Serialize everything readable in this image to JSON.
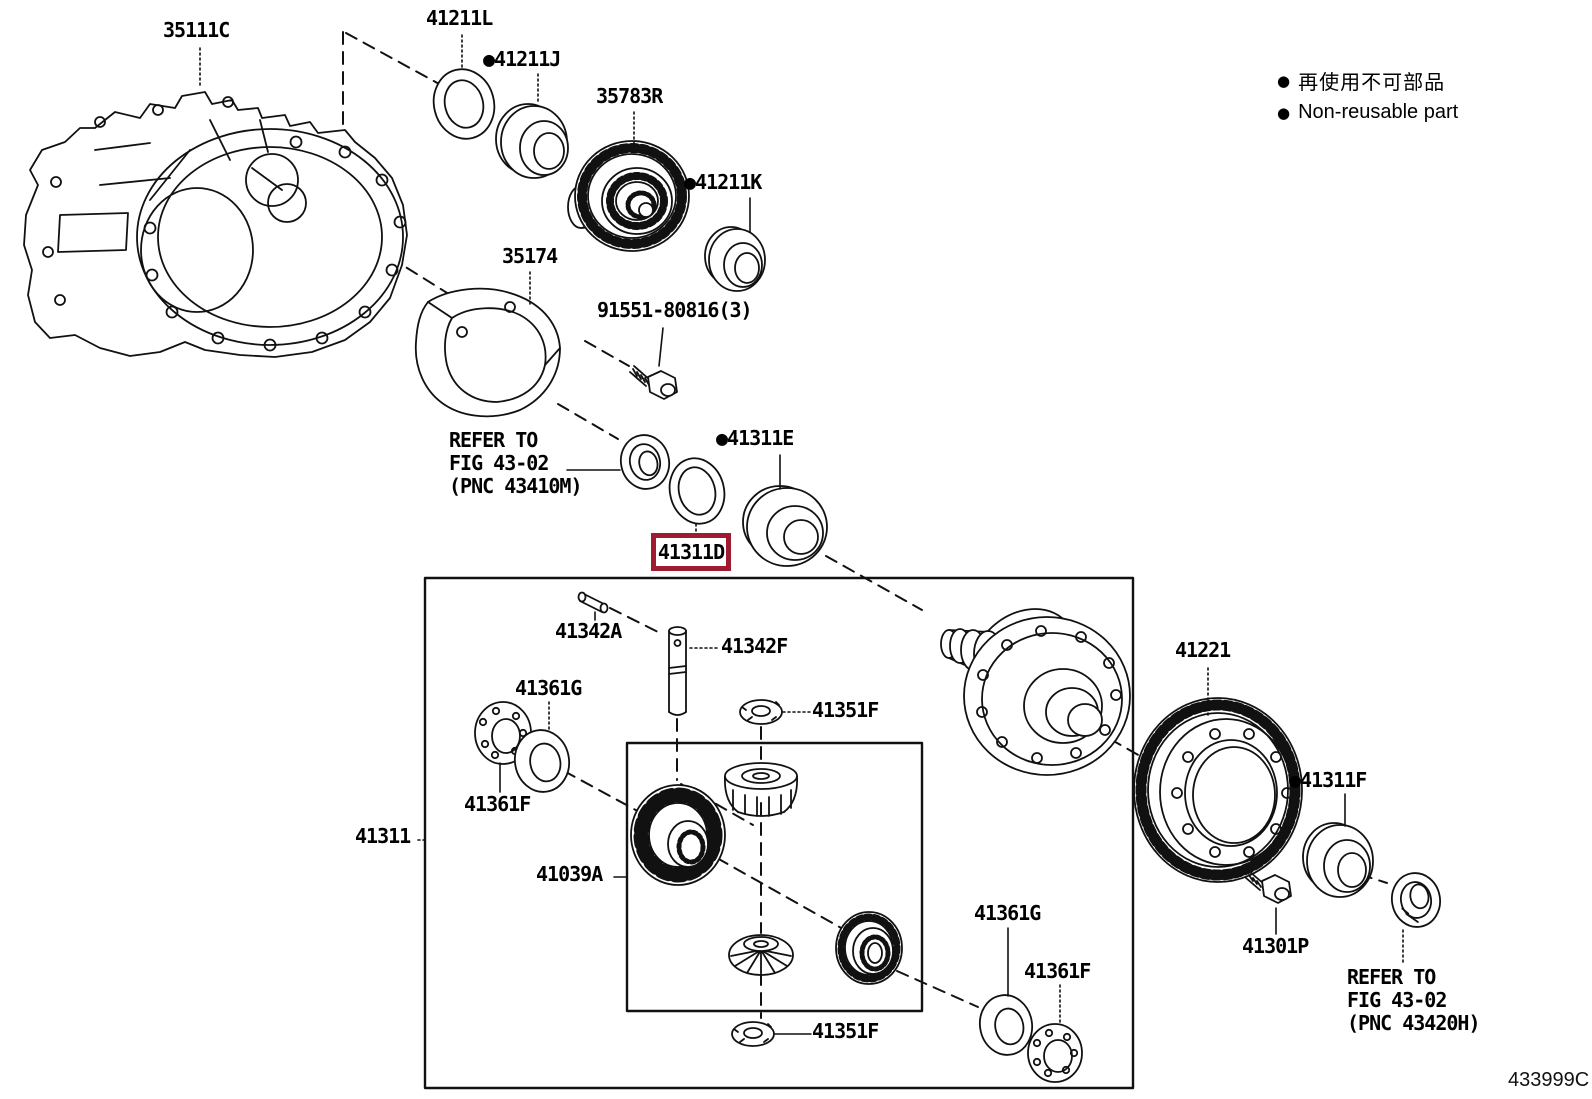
{
  "diagram": {
    "figure_code": "433999C",
    "highlighted_part": "41311D",
    "colors": {
      "highlight_box": "#9E1B32",
      "line_art": "#111111",
      "background": "#FFFFFF"
    }
  },
  "legend": {
    "items": [
      {
        "marker": "●",
        "label": "再使用不可部品"
      },
      {
        "marker": "●",
        "label": "Non-reusable part"
      }
    ]
  },
  "parts": [
    {
      "id": "35111C",
      "text": "35111C"
    },
    {
      "id": "41211L",
      "text": "41211L"
    },
    {
      "id": "41211J",
      "text": "●41211J"
    },
    {
      "id": "35783R",
      "text": "35783R"
    },
    {
      "id": "41211K",
      "text": "●41211K"
    },
    {
      "id": "35174",
      "text": "35174"
    },
    {
      "id": "91551-80816",
      "text": "91551-80816(3)"
    },
    {
      "id": "41311E",
      "text": "●41311E"
    },
    {
      "id": "41311D",
      "text": "41311D",
      "highlighted": true
    },
    {
      "id": "41342A",
      "text": "41342A"
    },
    {
      "id": "41342F",
      "text": "41342F"
    },
    {
      "id": "41351F-top",
      "text": "41351F"
    },
    {
      "id": "41361G-top",
      "text": "41361G"
    },
    {
      "id": "41361F-top",
      "text": "41361F"
    },
    {
      "id": "41311",
      "text": "41311"
    },
    {
      "id": "41039A",
      "text": "41039A"
    },
    {
      "id": "41351F-bottom",
      "text": "41351F"
    },
    {
      "id": "41361G-bottom",
      "text": "41361G"
    },
    {
      "id": "41361F-bottom",
      "text": "41361F"
    },
    {
      "id": "41221",
      "text": "41221"
    },
    {
      "id": "41311F",
      "text": "●41311F"
    },
    {
      "id": "41301P",
      "text": "41301P"
    }
  ],
  "notes": {
    "note_43410m": {
      "line1": "REFER TO",
      "line2": "FIG 43-02",
      "line3": "(PNC 43410M)"
    },
    "note_43420h": {
      "line1": "REFER TO",
      "line2": "FIG 43-02",
      "line3": "(PNC 43420H)"
    }
  }
}
